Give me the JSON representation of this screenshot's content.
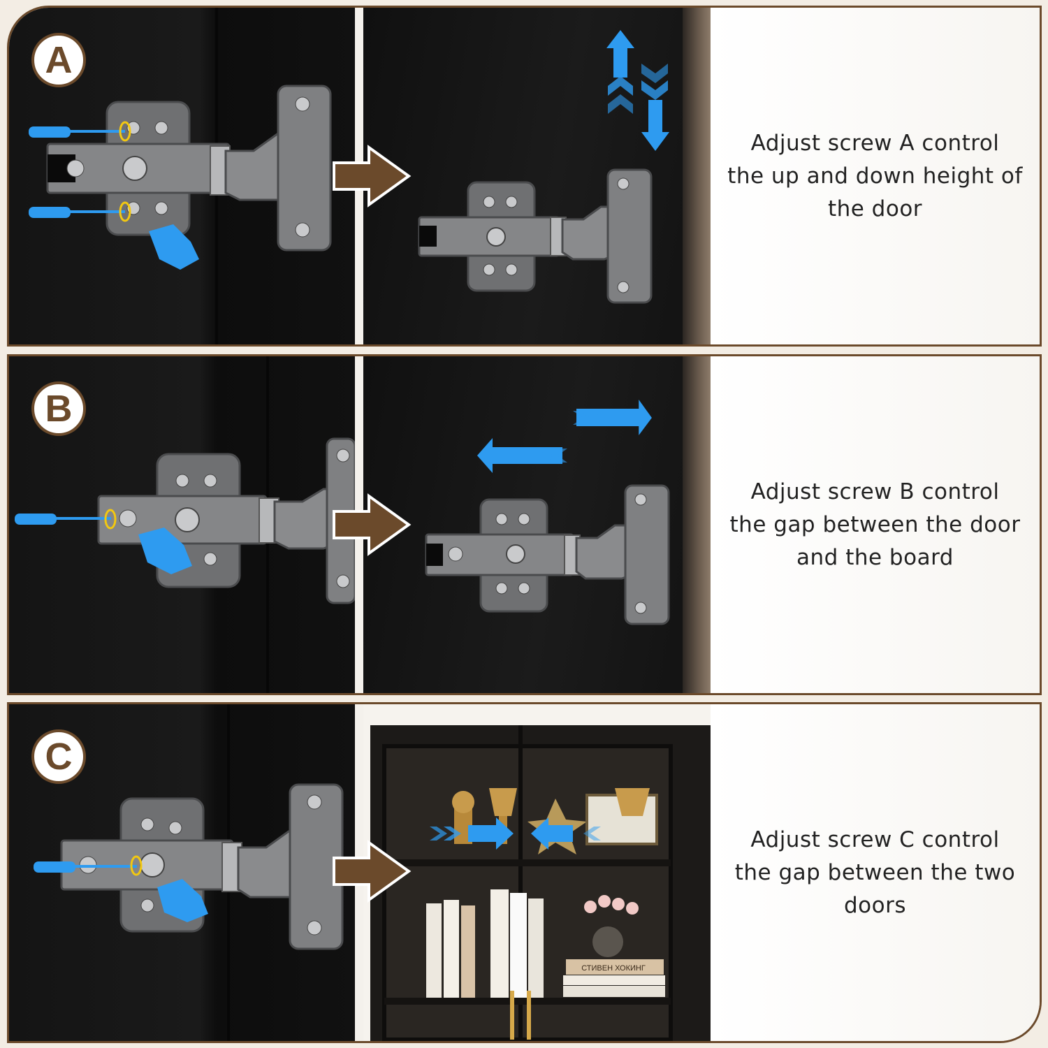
{
  "steps": [
    {
      "badge": "A",
      "caption": [
        "Adjust screw A control",
        "the up and down height of",
        "the door"
      ]
    },
    {
      "badge": "B",
      "caption": [
        "Adjust screw B control",
        "the gap between the door",
        "and the board"
      ]
    },
    {
      "badge": "C",
      "caption": [
        "Adjust screw C control",
        "the gap between the two",
        "doors"
      ]
    }
  ],
  "colors": {
    "brown": "#6b4a2b",
    "blue": "#2e9bf0",
    "yellow": "#f2c811",
    "hinge": "#7f8082"
  },
  "icons": [
    "hinge-icon",
    "screwdriver-icon",
    "pointing-hand-icon",
    "arrow-right-icon",
    "direction-arrows-icon",
    "cabinet-icon"
  ],
  "book_spine": "СТИВЕН ХОКИНГ"
}
